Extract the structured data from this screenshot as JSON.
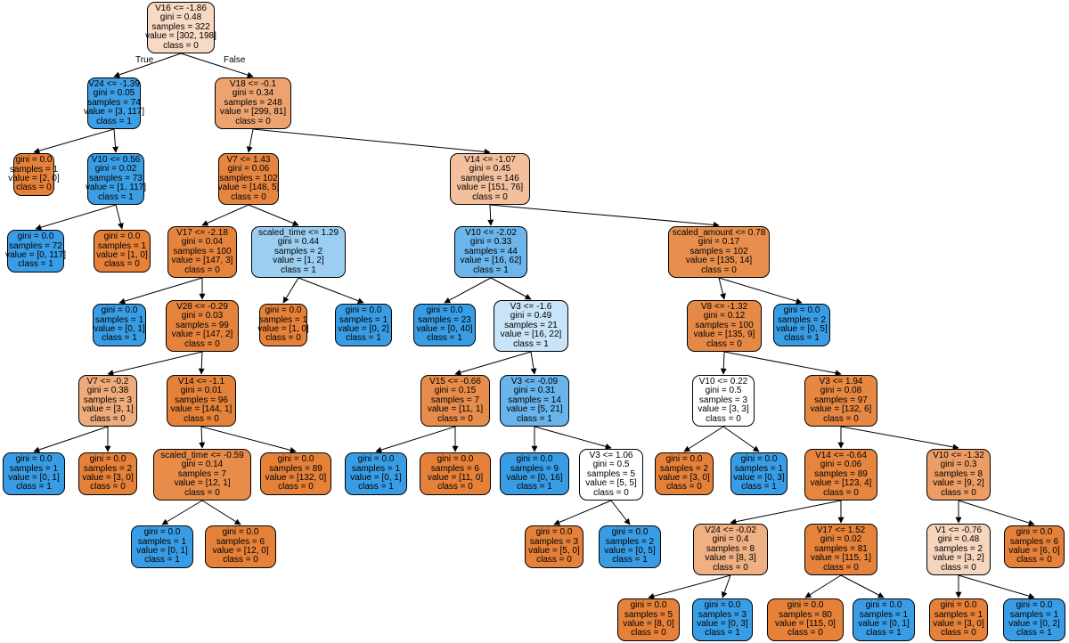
{
  "colors": {
    "orange_strong": "#e58139",
    "blue_strong": "#399de5",
    "white": "#ffffff",
    "edge": "#000000"
  },
  "edge_labels": {
    "true": "True",
    "false": "False"
  },
  "nodes": [
    {
      "id": "n0",
      "lines": [
        "V16 <= -1.86",
        "gini = 0.48",
        "samples = 322",
        "value = [302, 198]",
        "class = 0"
      ],
      "fill": "#f8d9c3"
    },
    {
      "id": "n1",
      "lines": [
        "V24 <= -1.39",
        "gini = 0.05",
        "samples = 74",
        "value = [3, 117]",
        "class = 1"
      ],
      "fill": "#3e9fe6"
    },
    {
      "id": "n2",
      "lines": [
        "V18 <= -0.1",
        "gini = 0.34",
        "samples = 248",
        "value = [299, 81]",
        "class = 0"
      ],
      "fill": "#eca36f"
    },
    {
      "id": "n3",
      "lines": [
        "gini = 0.0",
        "samples = 1",
        "value = [2, 0]",
        "class = 0"
      ],
      "fill": "#e58139"
    },
    {
      "id": "n4",
      "lines": [
        "V10 <= 0.56",
        "gini = 0.02",
        "samples = 73",
        "value = [1, 117]",
        "class = 1"
      ],
      "fill": "#3b9ee5"
    },
    {
      "id": "n5",
      "lines": [
        "V7 <= 1.43",
        "gini = 0.06",
        "samples = 102",
        "value = [148, 5]",
        "class = 0"
      ],
      "fill": "#e68540"
    },
    {
      "id": "n6",
      "lines": [
        "V14 <= -1.07",
        "gini = 0.45",
        "samples = 146",
        "value = [151, 76]",
        "class = 0"
      ],
      "fill": "#f2c09d"
    },
    {
      "id": "n7",
      "lines": [
        "gini = 0.0",
        "samples = 72",
        "value = [0, 117]",
        "class = 1"
      ],
      "fill": "#399de5"
    },
    {
      "id": "n8",
      "lines": [
        "gini = 0.0",
        "samples = 1",
        "value = [1, 0]",
        "class = 0"
      ],
      "fill": "#e58139"
    },
    {
      "id": "n9",
      "lines": [
        "V17 <= -2.18",
        "gini = 0.04",
        "samples = 100",
        "value = [147, 3]",
        "class = 0"
      ],
      "fill": "#e6843e"
    },
    {
      "id": "n10",
      "lines": [
        "scaled_time <= 1.29",
        "gini = 0.44",
        "samples = 2",
        "value = [1, 2]",
        "class = 1"
      ],
      "fill": "#9ccef2"
    },
    {
      "id": "n11",
      "lines": [
        "V10 <= -2.02",
        "gini = 0.33",
        "samples = 44",
        "value = [16, 62]",
        "class = 1"
      ],
      "fill": "#6cb6ec"
    },
    {
      "id": "n12",
      "lines": [
        "scaled_amount <= 0.78",
        "gini = 0.17",
        "samples = 102",
        "value = [135, 14]",
        "class = 0"
      ],
      "fill": "#e88e4d"
    },
    {
      "id": "n13",
      "lines": [
        "gini = 0.0",
        "samples = 1",
        "value = [0, 1]",
        "class = 1"
      ],
      "fill": "#399de5"
    },
    {
      "id": "n14",
      "lines": [
        "V28 <= -0.29",
        "gini = 0.03",
        "samples = 99",
        "value = [147, 2]",
        "class = 0"
      ],
      "fill": "#e5833c"
    },
    {
      "id": "n15",
      "lines": [
        "gini = 0.0",
        "samples = 1",
        "value = [1, 0]",
        "class = 0"
      ],
      "fill": "#e58139"
    },
    {
      "id": "n16",
      "lines": [
        "gini = 0.0",
        "samples = 1",
        "value = [0, 2]",
        "class = 1"
      ],
      "fill": "#399de5"
    },
    {
      "id": "n17",
      "lines": [
        "gini = 0.0",
        "samples = 23",
        "value = [0, 40]",
        "class = 1"
      ],
      "fill": "#399de5"
    },
    {
      "id": "n18",
      "lines": [
        "V3 <= -1.6",
        "gini = 0.49",
        "samples = 21",
        "value = [16, 22]",
        "class = 1"
      ],
      "fill": "#c9e4f8"
    },
    {
      "id": "n19",
      "lines": [
        "V8 <= -1.32",
        "gini = 0.12",
        "samples = 100",
        "value = [135, 9]",
        "class = 0"
      ],
      "fill": "#e78946"
    },
    {
      "id": "n20",
      "lines": [
        "gini = 0.0",
        "samples = 2",
        "value = [0, 5]",
        "class = 1"
      ],
      "fill": "#399de5"
    },
    {
      "id": "n21",
      "lines": [
        "V7 <= -0.2",
        "gini = 0.38",
        "samples = 3",
        "value = [3, 1]",
        "class = 0"
      ],
      "fill": "#eeab7b"
    },
    {
      "id": "n22",
      "lines": [
        "V14 <= -1.1",
        "gini = 0.01",
        "samples = 96",
        "value = [144, 1]",
        "class = 0"
      ],
      "fill": "#e5823a"
    },
    {
      "id": "n23",
      "lines": [
        "V15 <= -0.66",
        "gini = 0.15",
        "samples = 7",
        "value = [11, 1]",
        "class = 0"
      ],
      "fill": "#e78c4b"
    },
    {
      "id": "n24",
      "lines": [
        "V3 <= -0.09",
        "gini = 0.31",
        "samples = 14",
        "value = [5, 21]",
        "class = 1"
      ],
      "fill": "#68b4eb"
    },
    {
      "id": "n25",
      "lines": [
        "V10 <= 0.22",
        "gini = 0.5",
        "samples = 3",
        "value = [3, 3]",
        "class = 0"
      ],
      "fill": "#ffffff"
    },
    {
      "id": "n26",
      "lines": [
        "V3 <= 1.94",
        "gini = 0.08",
        "samples = 97",
        "value = [132, 6]",
        "class = 0"
      ],
      "fill": "#e68742"
    },
    {
      "id": "n27",
      "lines": [
        "gini = 0.0",
        "samples = 1",
        "value = [0, 1]",
        "class = 1"
      ],
      "fill": "#399de5"
    },
    {
      "id": "n28",
      "lines": [
        "gini = 0.0",
        "samples = 2",
        "value = [3, 0]",
        "class = 0"
      ],
      "fill": "#e58139"
    },
    {
      "id": "n29",
      "lines": [
        "scaled_time <= -0.59",
        "gini = 0.14",
        "samples = 7",
        "value = [12, 1]",
        "class = 0"
      ],
      "fill": "#e78c49"
    },
    {
      "id": "n30",
      "lines": [
        "gini = 0.0",
        "samples = 89",
        "value = [132, 0]",
        "class = 0"
      ],
      "fill": "#e58139"
    },
    {
      "id": "n31",
      "lines": [
        "gini = 0.0",
        "samples = 1",
        "value = [0, 1]",
        "class = 1"
      ],
      "fill": "#399de5"
    },
    {
      "id": "n32",
      "lines": [
        "gini = 0.0",
        "samples = 6",
        "value = [11, 0]",
        "class = 0"
      ],
      "fill": "#e58139"
    },
    {
      "id": "n33",
      "lines": [
        "gini = 0.0",
        "samples = 9",
        "value = [0, 16]",
        "class = 1"
      ],
      "fill": "#399de5"
    },
    {
      "id": "n34",
      "lines": [
        "V3 <= 1.06",
        "gini = 0.5",
        "samples = 5",
        "value = [5, 5]",
        "class = 0"
      ],
      "fill": "#ffffff"
    },
    {
      "id": "n35",
      "lines": [
        "gini = 0.0",
        "samples = 2",
        "value = [3, 0]",
        "class = 0"
      ],
      "fill": "#e58139"
    },
    {
      "id": "n36",
      "lines": [
        "gini = 0.0",
        "samples = 1",
        "value = [0, 3]",
        "class = 1"
      ],
      "fill": "#399de5"
    },
    {
      "id": "n37",
      "lines": [
        "V14 <= -0.64",
        "gini = 0.06",
        "samples = 89",
        "value = [123, 4]",
        "class = 0"
      ],
      "fill": "#e6853f"
    },
    {
      "id": "n38",
      "lines": [
        "V10 <= -1.32",
        "gini = 0.3",
        "samples = 8",
        "value = [9, 2]",
        "class = 0"
      ],
      "fill": "#eb9d65"
    },
    {
      "id": "n39",
      "lines": [
        "gini = 0.0",
        "samples = 1",
        "value = [0, 1]",
        "class = 1"
      ],
      "fill": "#399de5"
    },
    {
      "id": "n40",
      "lines": [
        "gini = 0.0",
        "samples = 6",
        "value = [12, 0]",
        "class = 0"
      ],
      "fill": "#e58139"
    },
    {
      "id": "n41",
      "lines": [
        "gini = 0.0",
        "samples = 3",
        "value = [5, 0]",
        "class = 0"
      ],
      "fill": "#e58139"
    },
    {
      "id": "n42",
      "lines": [
        "gini = 0.0",
        "samples = 2",
        "value = [0, 5]",
        "class = 1"
      ],
      "fill": "#399de5"
    },
    {
      "id": "n43",
      "lines": [
        "V24 <= -0.02",
        "gini = 0.4",
        "samples = 8",
        "value = [8, 3]",
        "class = 0"
      ],
      "fill": "#efb083"
    },
    {
      "id": "n44",
      "lines": [
        "V17 <= 1.52",
        "gini = 0.02",
        "samples = 81",
        "value = [115, 1]",
        "class = 0"
      ],
      "fill": "#e5823b"
    },
    {
      "id": "n45",
      "lines": [
        "V1 <= -0.76",
        "gini = 0.48",
        "samples = 2",
        "value = [3, 2]",
        "class = 0"
      ],
      "fill": "#f6d5bd"
    },
    {
      "id": "n46",
      "lines": [
        "gini = 0.0",
        "samples = 6",
        "value = [6, 0]",
        "class = 0"
      ],
      "fill": "#e58139"
    },
    {
      "id": "n47",
      "lines": [
        "gini = 0.0",
        "samples = 5",
        "value = [8, 0]",
        "class = 0"
      ],
      "fill": "#e58139"
    },
    {
      "id": "n48",
      "lines": [
        "gini = 0.0",
        "samples = 3",
        "value = [0, 3]",
        "class = 1"
      ],
      "fill": "#399de5"
    },
    {
      "id": "n49",
      "lines": [
        "gini = 0.0",
        "samples = 80",
        "value = [115, 0]",
        "class = 0"
      ],
      "fill": "#e58139"
    },
    {
      "id": "n50",
      "lines": [
        "gini = 0.0",
        "samples = 1",
        "value = [0, 1]",
        "class = 1"
      ],
      "fill": "#399de5"
    },
    {
      "id": "n51",
      "lines": [
        "gini = 0.0",
        "samples = 1",
        "value = [3, 0]",
        "class = 0"
      ],
      "fill": "#e58139"
    },
    {
      "id": "n52",
      "lines": [
        "gini = 0.0",
        "samples = 1",
        "value = [0, 2]",
        "class = 1"
      ],
      "fill": "#399de5"
    }
  ],
  "edges": [
    [
      "n0",
      "n1"
    ],
    [
      "n0",
      "n2"
    ],
    [
      "n1",
      "n3"
    ],
    [
      "n1",
      "n4"
    ],
    [
      "n2",
      "n5"
    ],
    [
      "n2",
      "n6"
    ],
    [
      "n4",
      "n7"
    ],
    [
      "n4",
      "n8"
    ],
    [
      "n5",
      "n9"
    ],
    [
      "n5",
      "n10"
    ],
    [
      "n6",
      "n11"
    ],
    [
      "n6",
      "n12"
    ],
    [
      "n9",
      "n13"
    ],
    [
      "n9",
      "n14"
    ],
    [
      "n10",
      "n15"
    ],
    [
      "n10",
      "n16"
    ],
    [
      "n11",
      "n17"
    ],
    [
      "n11",
      "n18"
    ],
    [
      "n12",
      "n19"
    ],
    [
      "n12",
      "n20"
    ],
    [
      "n14",
      "n21"
    ],
    [
      "n14",
      "n22"
    ],
    [
      "n18",
      "n23"
    ],
    [
      "n18",
      "n24"
    ],
    [
      "n19",
      "n25"
    ],
    [
      "n19",
      "n26"
    ],
    [
      "n21",
      "n27"
    ],
    [
      "n21",
      "n28"
    ],
    [
      "n22",
      "n29"
    ],
    [
      "n22",
      "n30"
    ],
    [
      "n23",
      "n31"
    ],
    [
      "n23",
      "n32"
    ],
    [
      "n24",
      "n33"
    ],
    [
      "n24",
      "n34"
    ],
    [
      "n25",
      "n35"
    ],
    [
      "n25",
      "n36"
    ],
    [
      "n26",
      "n37"
    ],
    [
      "n26",
      "n38"
    ],
    [
      "n29",
      "n39"
    ],
    [
      "n29",
      "n40"
    ],
    [
      "n34",
      "n41"
    ],
    [
      "n34",
      "n42"
    ],
    [
      "n37",
      "n43"
    ],
    [
      "n37",
      "n44"
    ],
    [
      "n38",
      "n45"
    ],
    [
      "n38",
      "n46"
    ],
    [
      "n43",
      "n47"
    ],
    [
      "n43",
      "n48"
    ],
    [
      "n44",
      "n49"
    ],
    [
      "n44",
      "n50"
    ],
    [
      "n45",
      "n51"
    ],
    [
      "n45",
      "n52"
    ]
  ]
}
